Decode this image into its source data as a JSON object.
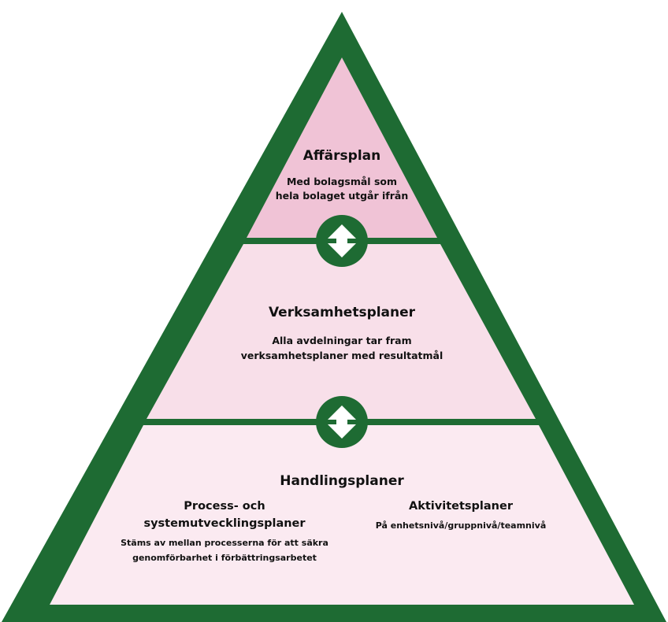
{
  "colors": {
    "border": "#1e6b33",
    "top_fill": "#f0c3d6",
    "middle_fill": "#f8dfe9",
    "bottom_fill": "#fbeaf1",
    "arrow": "#ffffff"
  },
  "pyramid": {
    "top": {
      "title": "Affärsplan",
      "line1": "Med bolagsmål som",
      "line2": "hela bolaget utgår ifrån"
    },
    "middle": {
      "title": "Verksamhetsplaner",
      "line1": "Alla avdelningar tar fram",
      "line2": "verksamhetsplaner med resultatmål"
    },
    "bottom": {
      "title": "Handlingsplaner",
      "left": {
        "title_line1": "Process- och",
        "title_line2": "systemutvecklingsplaner",
        "line1": "Stäms av mellan processerna för att säkra",
        "line2": "genomförbarhet i förbättringsarbetet"
      },
      "right": {
        "title": "Aktivitetsplaner",
        "line1": "På enhetsnivå/gruppnivå/teamnivå"
      }
    }
  },
  "connectors": {
    "upper": "up-down-arrow-icon",
    "lower": "up-down-arrow-icon"
  }
}
